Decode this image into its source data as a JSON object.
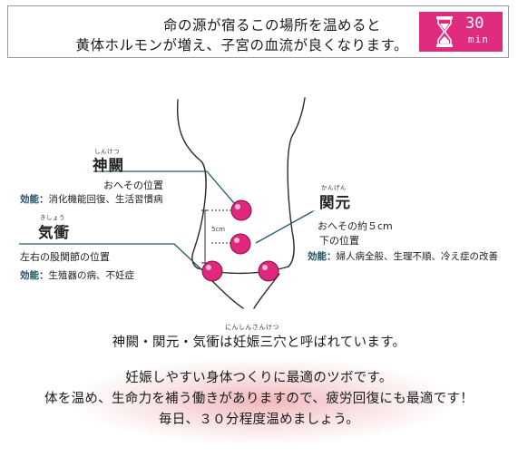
{
  "header": {
    "line1": "命の源が宿るこの場所を温めると",
    "line2": "黄体ホルモンが増え、子宮の血流が良くなります。",
    "timer": {
      "value": "30",
      "unit": "min",
      "icon": "hourglass-icon",
      "color": "#df2c7f"
    }
  },
  "points": {
    "shinketsu": {
      "ruby": "しんけつ",
      "name": "神闕",
      "location": "おへその位置",
      "effect_label": "効能：",
      "effect": "消化機能回復、生活習慣病"
    },
    "kigen": {
      "ruby": "かんげん",
      "name": "関元",
      "location1": "おへその約５cm",
      "location2": "下の位置",
      "effect_label": "効能：",
      "effect": "婦人病全般、生理不順、冷え症の改善"
    },
    "kisho": {
      "ruby": "きしょう",
      "name": "気衝",
      "location": "左右の股関節の位置",
      "effect_label": "効能：",
      "effect": "生殖器の病、不妊症"
    },
    "scale": "5cm",
    "dot_color": "#e0267d",
    "line_color": "#1f5a6b"
  },
  "caption": {
    "ruby": "にんしんさんけつ",
    "line1": "神闕・関元・気衝は妊娠三穴と呼ばれています。",
    "line2": "妊娠しやすい身体つくりに最適のツボです。",
    "line3": "体を温め、生命力を補う働きがありますので、疲労回復にも最適です！",
    "line4": "毎日、３０分程度温めましょう。"
  }
}
